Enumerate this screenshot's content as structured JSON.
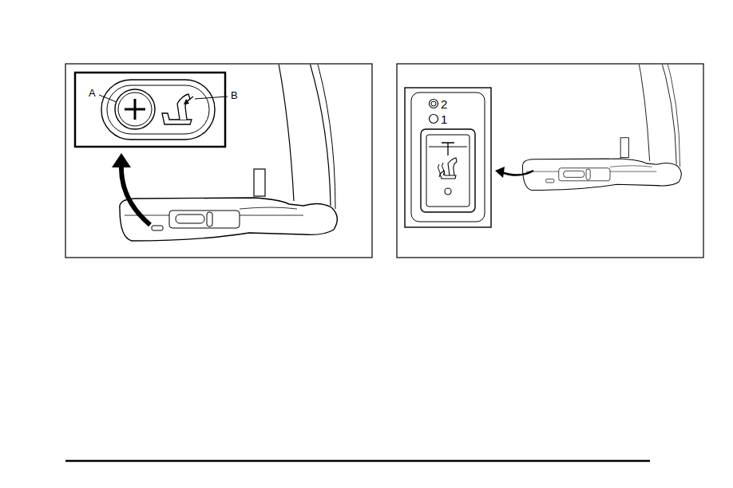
{
  "diagram": {
    "labels": [
      "A",
      "B",
      "2",
      "1"
    ]
  }
}
